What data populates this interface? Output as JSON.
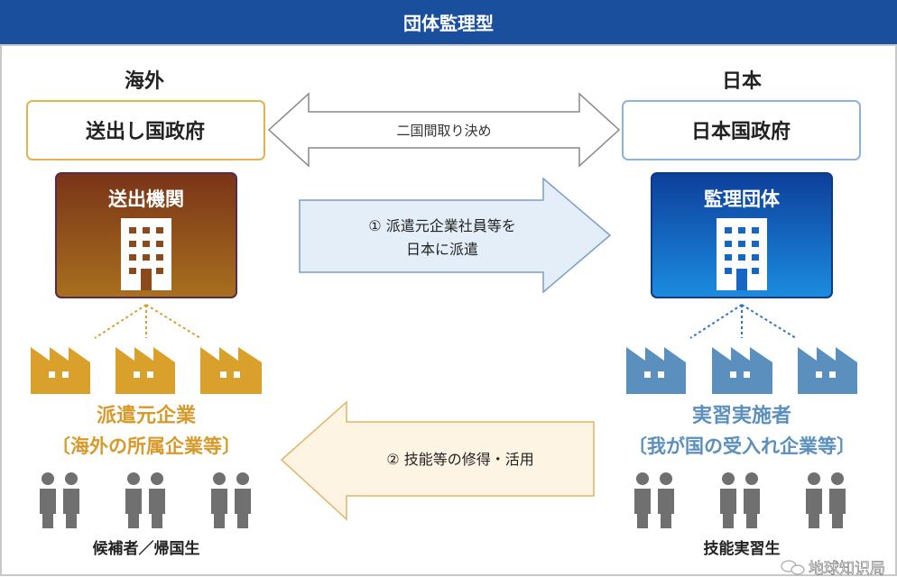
{
  "title": "団体監理型",
  "left": {
    "region": "海外",
    "government": "送出し国政府",
    "agency": "送出機関",
    "company_line1": "派遣元企業",
    "company_line2": "〔海外の所属企業等〕",
    "people_label": "候補者／帰国生"
  },
  "right": {
    "region": "日本",
    "government": "日本国政府",
    "agency": "監理団体",
    "company_line1": "実習実施者",
    "company_line2": "〔我が国の受入れ企業等〕",
    "people_label": "技能実習生"
  },
  "arrows": {
    "bilateral": "二国間取り決め",
    "dispatch_line1": "① 派遣元企業社員等を",
    "dispatch_line2": "日本に派遣",
    "return": "② 技能等の修得・活用"
  },
  "watermark": "地球知识局",
  "colors": {
    "title_bar": "#1a4f9e",
    "gold": "#d9a02c",
    "blue": "#5b8fbd",
    "person": "#707070"
  }
}
